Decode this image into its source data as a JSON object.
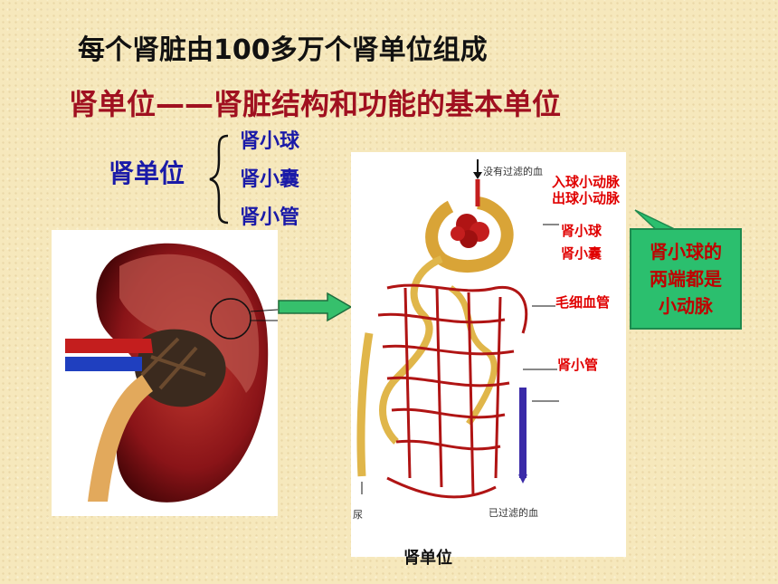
{
  "slide": {
    "title": "每个肾脏由100多万个肾单位组成",
    "subtitle": "肾单位——肾脏结构和功能的基本单位"
  },
  "breakdown": {
    "label": "肾单位",
    "parts": [
      "肾小球",
      "肾小囊",
      "肾小管"
    ]
  },
  "diagram": {
    "top_note": "没有过滤的血",
    "labels": {
      "afferent": "入球小动脉",
      "efferent": "出球小动脉",
      "glomerulus": "肾小球",
      "capsule": "肾小囊",
      "capillary": "毛细血管",
      "tubule": "肾小管"
    },
    "bottom_left_note": "尿",
    "bottom_right_note": "已过滤的血",
    "caption": "肾单位"
  },
  "callout": {
    "text": "肾小球的\n两端都是\n小动脉"
  }
}
